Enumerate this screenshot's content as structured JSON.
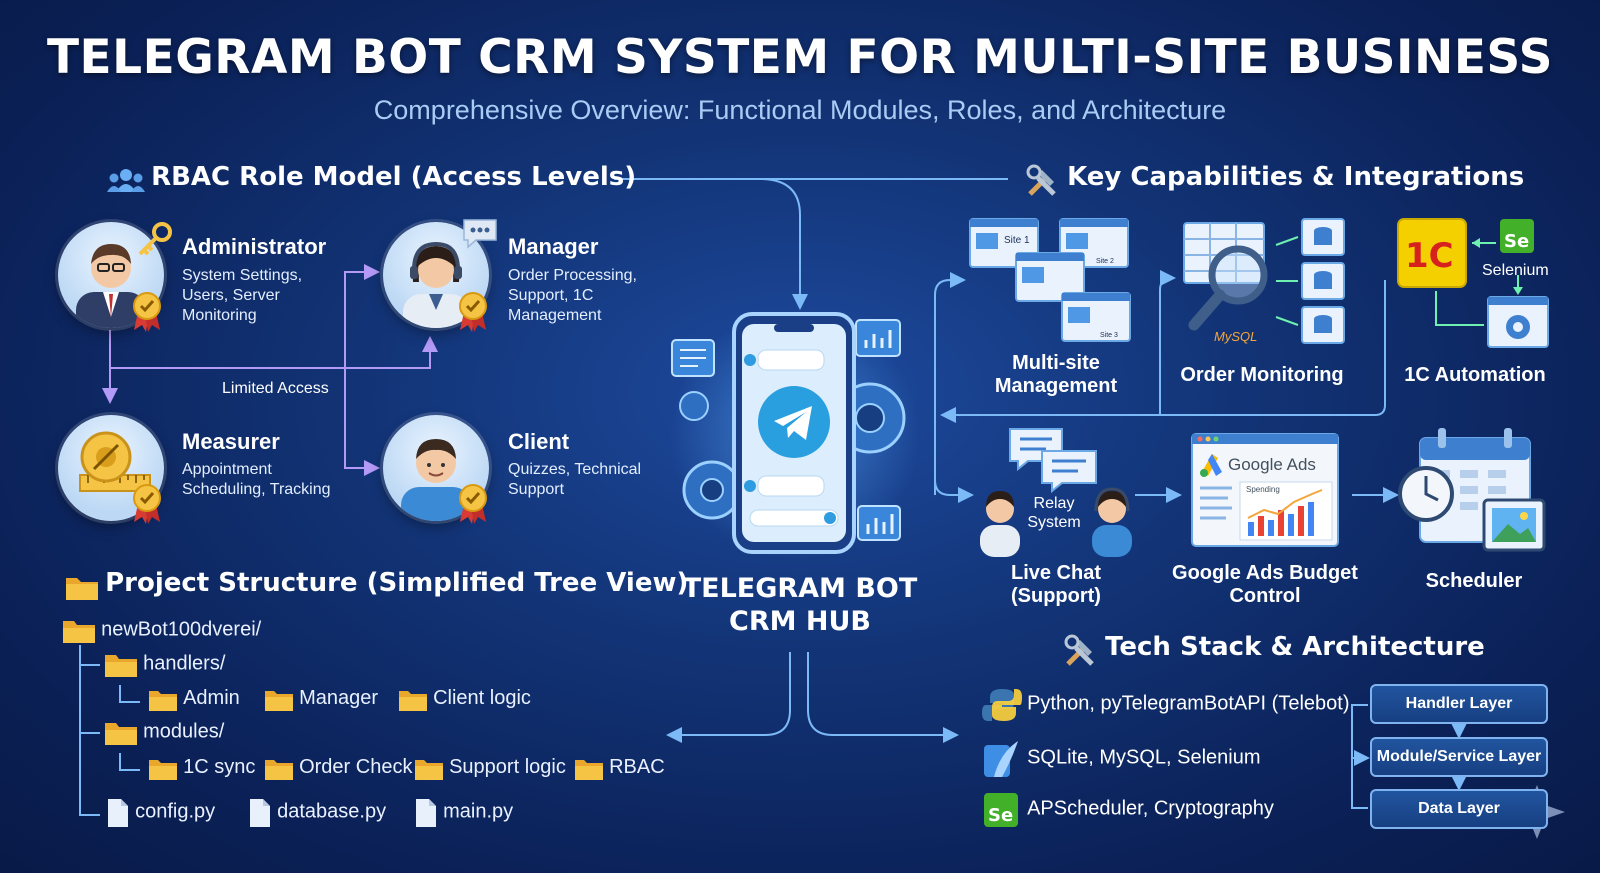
{
  "title": "TELEGRAM BOT CRM SYSTEM FOR MULTI-SITE BUSINESS",
  "subtitle": "Comprehensive Overview: Functional Modules, Roles, and Architecture",
  "rbac": {
    "heading": "RBAC Role Model (Access Levels)",
    "limited_access": "Limited Access",
    "roles": [
      {
        "name": "Administrator",
        "desc": "System Settings, Users, Server Monitoring"
      },
      {
        "name": "Manager",
        "desc": "Order Processing, Support, 1C Management"
      },
      {
        "name": "Measurer",
        "desc": "Appointment Scheduling, Tracking"
      },
      {
        "name": "Client",
        "desc": "Quizzes, Technical Support"
      }
    ]
  },
  "project": {
    "heading": "Project Structure (Simplified Tree View)",
    "root": "newBot100dverei/",
    "handlers": "handlers/",
    "handler_items": [
      "Admin",
      "Manager",
      "Client logic"
    ],
    "modules": "modules/",
    "module_items": [
      "1C sync",
      "Order Check",
      "Support logic",
      "RBAC"
    ],
    "files": [
      "config.py",
      "database.py",
      "main.py"
    ]
  },
  "hub": {
    "line1": "TELEGRAM BOT",
    "line2": "CRM HUB"
  },
  "capabilities": {
    "heading": "Key Capabilities & Integrations",
    "site1": "Site 1",
    "site2": "Site 2",
    "site3": "Site 3",
    "mysql": "MySQL",
    "onec_logo": "1C",
    "selenium": "Selenium",
    "se": "Se",
    "relay": "Relay System",
    "google_ads": "Google Ads",
    "spending": "Spending",
    "items": [
      {
        "label": "Multi-site Management"
      },
      {
        "label": "Order Monitoring"
      },
      {
        "label": "1C Automation"
      },
      {
        "label": "Live Chat (Support)"
      },
      {
        "label": "Google Ads Budget Control"
      },
      {
        "label": "Scheduler"
      }
    ]
  },
  "tech": {
    "heading": "Tech Stack & Architecture",
    "items": [
      "Python, pyTelegramBotAPI (Telebot)",
      "SQLite, MySQL, Selenium",
      "APScheduler, Cryptography"
    ],
    "se": "Se",
    "layers": [
      "Handler Layer",
      "Module/Service Layer",
      "Data Layer"
    ]
  },
  "colors": {
    "bg": "#0b2158",
    "accent": "#6aaef5",
    "purple": "#a98cf5",
    "folder": "#f6c445",
    "onec": "#f4d000",
    "selenium": "#43b02a"
  }
}
